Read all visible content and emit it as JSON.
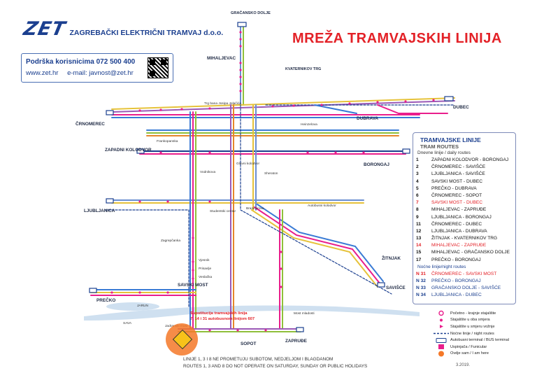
{
  "header": {
    "logo_text": "ZET",
    "company": "ZAGREBAČKI ELEKTRIČNI TRAMVAJ d.o.o.",
    "title": "MREŽA TRAMVAJSKIH LINIJA"
  },
  "support": {
    "line1": "Podrška korisnicima 072 500 400",
    "website": "www.zet.hr",
    "email": "e-mail: javnost@zet.hr"
  },
  "legend": {
    "title": "TRAMVAJSKE LINIJE",
    "subtitle": "TRAM ROUTES",
    "daily_caption": "Dnevne linije / daily routes",
    "night_caption": "Noćne linije/night routes",
    "routes": [
      {
        "no": "1",
        "name": "ZAPADNI KOLODVOR - BORONGAJ"
      },
      {
        "no": "2",
        "name": "ČRNOMEREC - SAVIŠĆE"
      },
      {
        "no": "3",
        "name": "LJUBLJANICA - SAVIŠĆE"
      },
      {
        "no": "4",
        "name": "SAVSKI MOST - DUBEC"
      },
      {
        "no": "5",
        "name": "PREČKO - DUBRAVA"
      },
      {
        "no": "6",
        "name": "ČRNOMEREC - SOPOT"
      },
      {
        "no": "7",
        "name": "SAVSKI MOST - DUBEC",
        "highlight": true
      },
      {
        "no": "8",
        "name": "MIHALJEVAC - ZAPRUĐE"
      },
      {
        "no": "9",
        "name": "LJUBLJANICA - BORONGAJ"
      },
      {
        "no": "11",
        "name": "ČRNOMEREC - DUBEC"
      },
      {
        "no": "12",
        "name": "LJUBLJANICA - DUBRAVA"
      },
      {
        "no": "13",
        "name": "ŽITNJAK - KVATERNIKOV TRG"
      },
      {
        "no": "14",
        "name": "MIHALJEVAC - ZAPRUĐE",
        "highlight": true
      },
      {
        "no": "15",
        "name": "MIHALJEVAC - GRAČANSKO DOLJE"
      },
      {
        "no": "17",
        "name": "PREČKO - BORONGAJ"
      }
    ],
    "night_routes": [
      {
        "no": "N 31",
        "name": "ČRNOMEREC - SAVSKI MOST",
        "highlight": true
      },
      {
        "no": "N 32",
        "name": "PREČKO - BORONGAJ"
      },
      {
        "no": "N 33",
        "name": "GRAČANSKO DOLJE - SAVIŠĆE"
      },
      {
        "no": "N 34",
        "name": "LJUBLJANICA - DUBEC"
      }
    ]
  },
  "key": [
    {
      "symbol": "start-end-icon",
      "label": "Početno - krajnje stajalište"
    },
    {
      "symbol": "stop-both-icon",
      "label": "Stajalište u oba smjera"
    },
    {
      "symbol": "stop-one-icon",
      "label": "Stajalište u smjeru vožnje"
    },
    {
      "symbol": "night-line-icon",
      "label": "Noćne linije / night routes"
    },
    {
      "symbol": "bus-terminal-icon",
      "label": "Autobusni terminal / BUS terminal"
    },
    {
      "symbol": "funicular-icon",
      "label": "Uspinjača / Funicular"
    },
    {
      "symbol": "you-are-here-icon",
      "label": "Ovdje sam / I am here"
    }
  ],
  "notice": {
    "line1": "Supstitucija tramvajskih linija",
    "line2": "7, 14 i 31 autobusnom linijom 607"
  },
  "footer": {
    "line1": "LINIJE 1, 3 I 8 NE PROMETUJU SUBOTOM, NEDJELJOM I BLAGDANOM",
    "line2": "ROUTES 1, 3 AND 8 DO NOT OPERATE ON SATURDAY, SUNDAY OR PUBLIC HOLIDAYS",
    "date": "3.2019."
  },
  "stations": {
    "gracansko": "GRAČANSKO DOLJE",
    "mihaljevac": "MIHALJEVAC",
    "dubec": "DUBEC",
    "dubrava": "DUBRAVA",
    "crnomerec": "ČRNOMEREC",
    "zapadni": "ZAPADNI KOLODVOR",
    "borongaj": "BORONGAJ",
    "ljubljanica": "LJUBLJANICA",
    "zitnjak": "ŽITNJAK",
    "savisce": "SAVIŠĆE",
    "savski": "SAVSKI MOST",
    "precko": "PREČKO",
    "zaprude": "ZAPRUĐE",
    "sopot": "SOPOT",
    "kvaternikov": "KVATERNIKOV TRG",
    "trg_bana": "Trg bana Josipa Jelačića",
    "glavni": "Glavni kolodvor",
    "studentski": "Studentski centar",
    "sheraton": "Sheraton",
    "branimirova": "Branimirova",
    "heinzelova": "Heinzelova",
    "frankopanska": "Frankopanska",
    "vodnikova": "Vodnikova",
    "zagrepcanka": "Zagrepčanka",
    "vjesnik": "Vjesnik",
    "prisavlje": "Prisavlje",
    "veslacka": "Veslačka",
    "autobusni": "Autobusni kolodvor",
    "most_mladosti": "Most mladosti",
    "jadranski": "Jadranski most",
    "jarun": "JARUN",
    "sava": "SAVA"
  }
}
